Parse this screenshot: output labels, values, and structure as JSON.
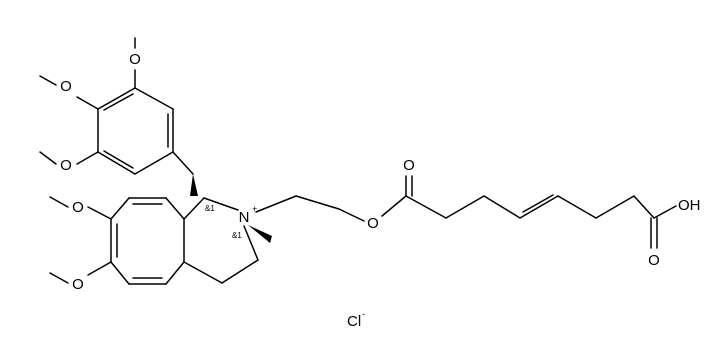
{
  "molecule": {
    "atom_labels": {
      "o_top": "O",
      "o_mid": "O",
      "o_low": "O",
      "o_iso1": "O",
      "o_iso2": "O",
      "o_ester": "O",
      "o_carbonyl": "O",
      "o_acid_oh": "OH",
      "o_acid_co": "O",
      "n_plus": "N",
      "charge": "+",
      "counterion": "Cl",
      "counterion_charge": "-"
    },
    "stereo_labels": {
      "c1": "&1",
      "n": "&1"
    }
  }
}
